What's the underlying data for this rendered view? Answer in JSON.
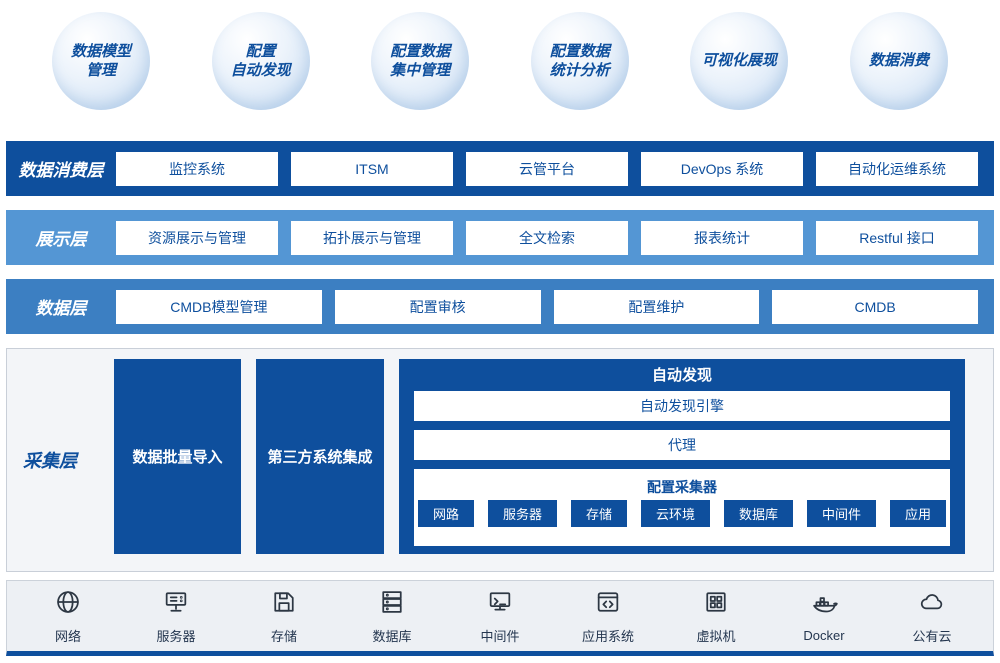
{
  "bubbles": [
    {
      "lines": [
        "数据模型",
        "管理"
      ]
    },
    {
      "lines": [
        "配置",
        "自动发现"
      ]
    },
    {
      "lines": [
        "配置数据",
        "集中管理"
      ]
    },
    {
      "lines": [
        "配置数据",
        "统计分析"
      ]
    },
    {
      "lines": [
        "可视化展现"
      ]
    },
    {
      "lines": [
        "数据消费"
      ]
    }
  ],
  "layers": [
    {
      "label": "数据消费层",
      "items": [
        "监控系统",
        "ITSM",
        "云管平台",
        "DevOps 系统",
        "自动化运维系统"
      ]
    },
    {
      "label": "展示层",
      "items": [
        "资源展示与管理",
        "拓扑展示与管理",
        "全文检索",
        "报表统计",
        "Restful 接口"
      ]
    },
    {
      "label": "数据层",
      "items": [
        "CMDB模型管理",
        "配置审核",
        "配置维护",
        "CMDB"
      ]
    }
  ],
  "collection": {
    "label": "采集层",
    "blocks": [
      "数据批量导入",
      "第三方系统集成"
    ],
    "auto": {
      "title": "自动发现",
      "rows": [
        "自动发现引擎",
        "代理"
      ],
      "collector": {
        "title": "配置采集器",
        "chips": [
          "网路",
          "服务器",
          "存储",
          "云环境",
          "数据库",
          "中间件",
          "应用"
        ]
      }
    }
  },
  "footer": {
    "items": [
      {
        "label": "网络",
        "icon": "globe-icon"
      },
      {
        "label": "服务器",
        "icon": "server-icon"
      },
      {
        "label": "存储",
        "icon": "storage-icon"
      },
      {
        "label": "数据库",
        "icon": "database-icon"
      },
      {
        "label": "中间件",
        "icon": "middleware-icon"
      },
      {
        "label": "应用系统",
        "icon": "application-icon"
      },
      {
        "label": "虚拟机",
        "icon": "vm-icon"
      },
      {
        "label": "Docker",
        "icon": "docker-icon"
      },
      {
        "label": "公有云",
        "icon": "cloud-icon"
      }
    ]
  },
  "colors": {
    "dark_blue": "#0e4f9d",
    "medium_blue": "#3c7fc2",
    "light_blue": "#5496d4",
    "bubble_fill": "#c6dbf2",
    "panel_bg": "#f3f5f8",
    "footer_bg": "#edf0f4"
  }
}
